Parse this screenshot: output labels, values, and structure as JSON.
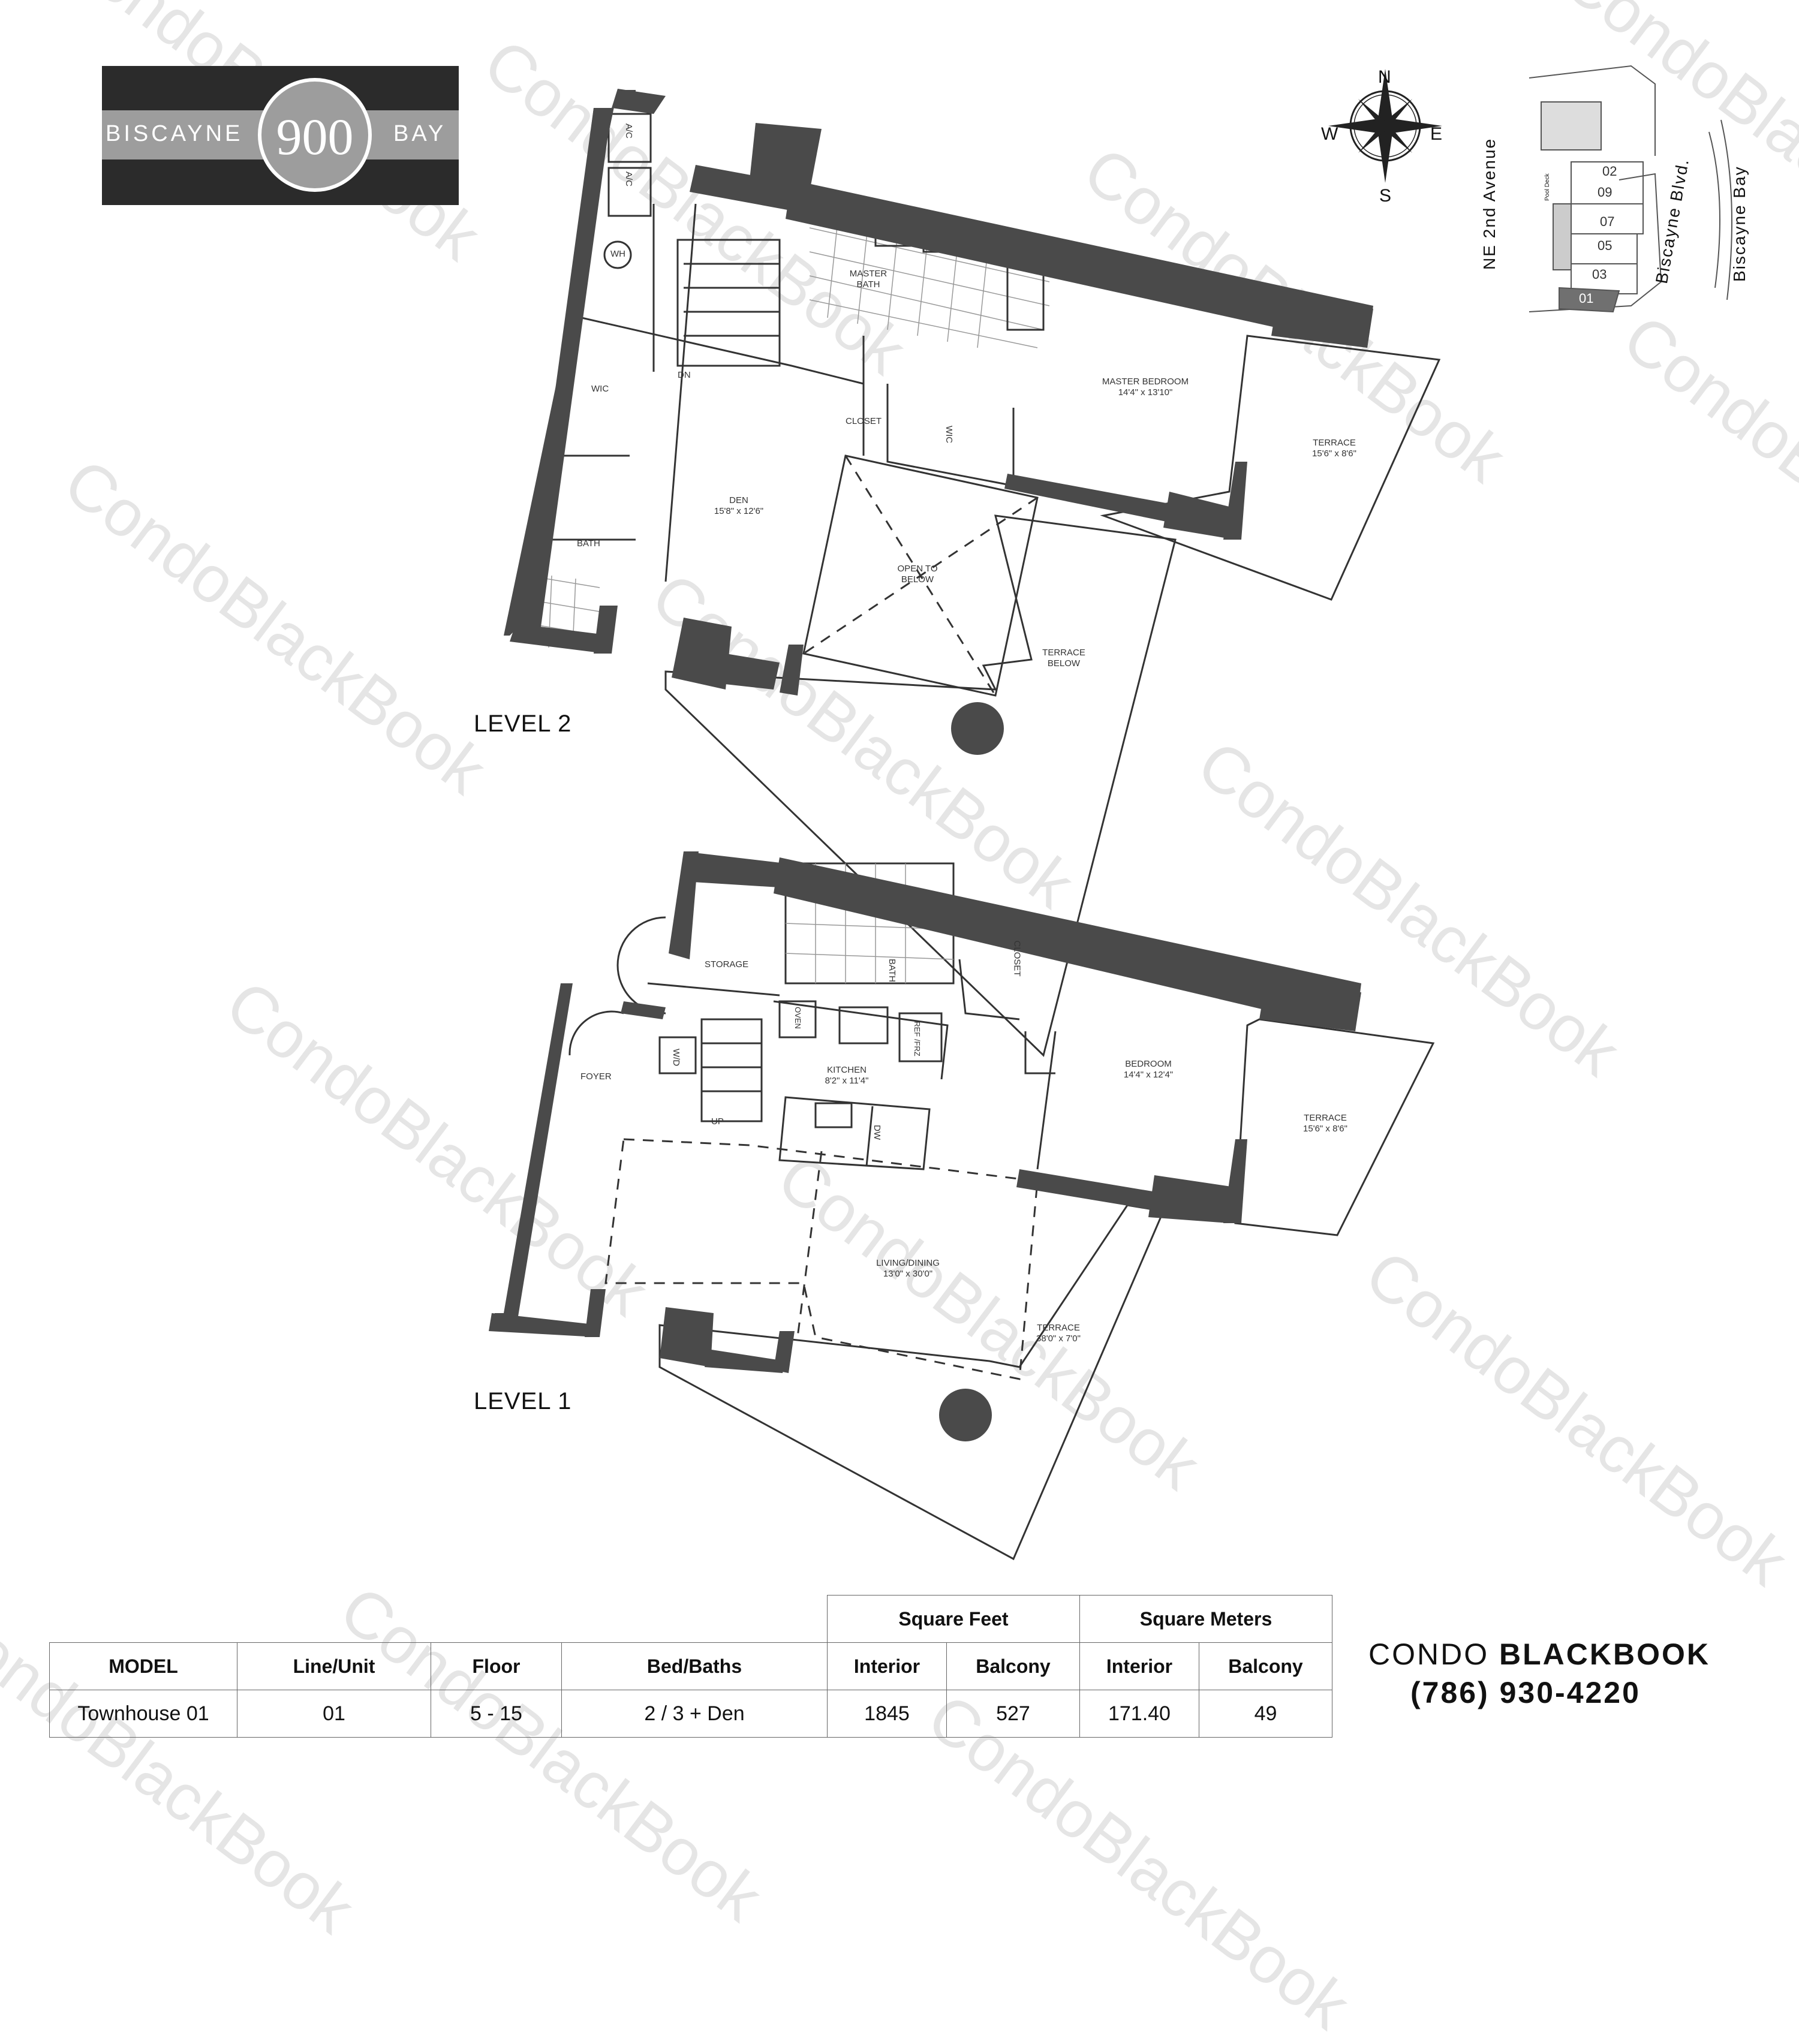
{
  "logo": {
    "left": "BISCAYNE",
    "number": "900",
    "right": "BAY"
  },
  "compass": {
    "n": "N",
    "s": "S",
    "e": "E",
    "w": "W"
  },
  "keyplan": {
    "street_west": "NE 2nd Avenue",
    "street_east": "Biscayne Blvd.",
    "water": "Biscayne Bay",
    "units": [
      "02",
      "09",
      "07",
      "05",
      "03",
      "01"
    ],
    "highlighted_unit": "01",
    "pool_deck": "Pool Deck"
  },
  "level2": {
    "title": "LEVEL 2",
    "rooms": [
      {
        "id": "ac1",
        "name": "A/C",
        "dim": ""
      },
      {
        "id": "ac2",
        "name": "A/C",
        "dim": ""
      },
      {
        "id": "wh",
        "name": "WH",
        "dim": ""
      },
      {
        "id": "wic",
        "name": "WIC",
        "dim": ""
      },
      {
        "id": "dn",
        "name": "DN",
        "dim": ""
      },
      {
        "id": "bath",
        "name": "BATH",
        "dim": ""
      },
      {
        "id": "den",
        "name": "DEN",
        "dim": "15'8\" x 12'6\""
      },
      {
        "id": "master_bath",
        "name": "MASTER BATH",
        "dim": ""
      },
      {
        "id": "closet",
        "name": "CLOSET",
        "dim": ""
      },
      {
        "id": "wic2",
        "name": "WIC",
        "dim": ""
      },
      {
        "id": "master_bedroom",
        "name": "MASTER BEDROOM",
        "dim": "14'4\" x 13'10\""
      },
      {
        "id": "terrace",
        "name": "TERRACE",
        "dim": "15'6\" x 8'6\""
      },
      {
        "id": "open_below",
        "name": "OPEN TO BELOW",
        "dim": ""
      },
      {
        "id": "terrace_below",
        "name": "TERRACE BELOW",
        "dim": ""
      }
    ]
  },
  "level1": {
    "title": "LEVEL 1",
    "rooms": [
      {
        "id": "storage",
        "name": "STORAGE",
        "dim": ""
      },
      {
        "id": "bath",
        "name": "BATH",
        "dim": ""
      },
      {
        "id": "closet",
        "name": "CLOSET",
        "dim": ""
      },
      {
        "id": "foyer",
        "name": "FOYER",
        "dim": ""
      },
      {
        "id": "wd",
        "name": "W/D",
        "dim": ""
      },
      {
        "id": "up",
        "name": "UP",
        "dim": ""
      },
      {
        "id": "oven",
        "name": "OVEN",
        "dim": ""
      },
      {
        "id": "ref",
        "name": "REF /FRZ",
        "dim": ""
      },
      {
        "id": "kitchen",
        "name": "KITCHEN",
        "dim": "8'2\" x 11'4\""
      },
      {
        "id": "dw",
        "name": "DW",
        "dim": ""
      },
      {
        "id": "bedroom",
        "name": "BEDROOM",
        "dim": "14'4\" x 12'4\""
      },
      {
        "id": "terrace_small",
        "name": "TERRACE",
        "dim": "15'6\" x 8'6\""
      },
      {
        "id": "living",
        "name": "LIVING/DINING",
        "dim": "13'0\" x 30'0\""
      },
      {
        "id": "terrace_big",
        "name": "TERRACE",
        "dim": "38'0\" x 7'0\""
      }
    ]
  },
  "table": {
    "group_headers": {
      "sqft": "Square Feet",
      "sqm": "Square Meters"
    },
    "headers": [
      "MODEL",
      "Line/Unit",
      "Floor",
      "Bed/Baths",
      "Interior",
      "Balcony",
      "Interior",
      "Balcony"
    ],
    "row": [
      "Townhouse 01",
      "01",
      "5 - 15",
      "2 / 3 + Den",
      "1845",
      "527",
      "171.40",
      "49"
    ]
  },
  "brand": {
    "line1_a": "CONDO",
    "line1_b": "BLACKBOOK",
    "phone": "(786) 930-4220"
  },
  "watermark": "CondoBlackBook",
  "colors": {
    "wall": "#4a4a4a",
    "logo_bg": "#2b2b2b",
    "logo_band": "#9d9d9d",
    "highlight": "#707070"
  }
}
